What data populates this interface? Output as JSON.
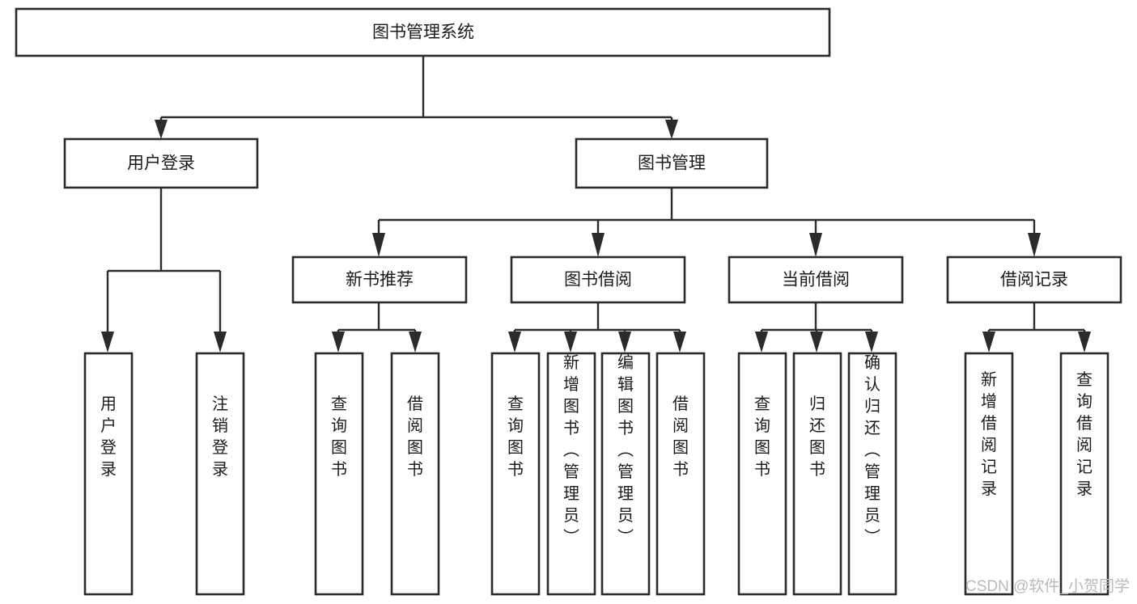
{
  "diagram": {
    "type": "tree",
    "title": "图书管理系统",
    "orientation": "top-down",
    "colors": {
      "box_fill": "#ffffff",
      "box_stroke": "#2b2b2b",
      "connector": "#2b2b2b",
      "text": "#1b1b1b",
      "watermark": "#b9b9b9",
      "background": "#ffffff"
    },
    "root": {
      "label": "图书管理系统",
      "orientation": "horizontal"
    },
    "level2": [
      {
        "label": "用户登录",
        "orientation": "horizontal"
      },
      {
        "label": "图书管理",
        "orientation": "horizontal"
      }
    ],
    "level3": [
      {
        "label": "新书推荐",
        "orientation": "horizontal"
      },
      {
        "label": "图书借阅",
        "orientation": "horizontal"
      },
      {
        "label": "当前借阅",
        "orientation": "horizontal"
      },
      {
        "label": "借阅记录",
        "orientation": "horizontal"
      }
    ],
    "leaves": {
      "user_login": [
        {
          "label": "用户登录",
          "orientation": "vertical"
        },
        {
          "label": "注销登录",
          "orientation": "vertical"
        }
      ],
      "new_book_recommend": [
        {
          "label": "查询图书",
          "orientation": "vertical"
        },
        {
          "label": "借阅图书",
          "orientation": "vertical"
        }
      ],
      "book_borrow": [
        {
          "label": "查询图书",
          "orientation": "vertical"
        },
        {
          "label": "新增图书（管理员）",
          "orientation": "vertical"
        },
        {
          "label": "编辑图书（管理员）",
          "orientation": "vertical"
        },
        {
          "label": "借阅图书",
          "orientation": "vertical"
        }
      ],
      "current_borrow": [
        {
          "label": "查询图书",
          "orientation": "vertical"
        },
        {
          "label": "归还图书",
          "orientation": "vertical"
        },
        {
          "label": "确认归还（管理员）",
          "orientation": "vertical"
        }
      ],
      "borrow_record": [
        {
          "label": "新增借阅记录",
          "orientation": "vertical"
        },
        {
          "label": "查询借阅记录",
          "orientation": "vertical"
        }
      ]
    }
  },
  "watermark": {
    "text": "CSDN @软件_小贺同学"
  }
}
